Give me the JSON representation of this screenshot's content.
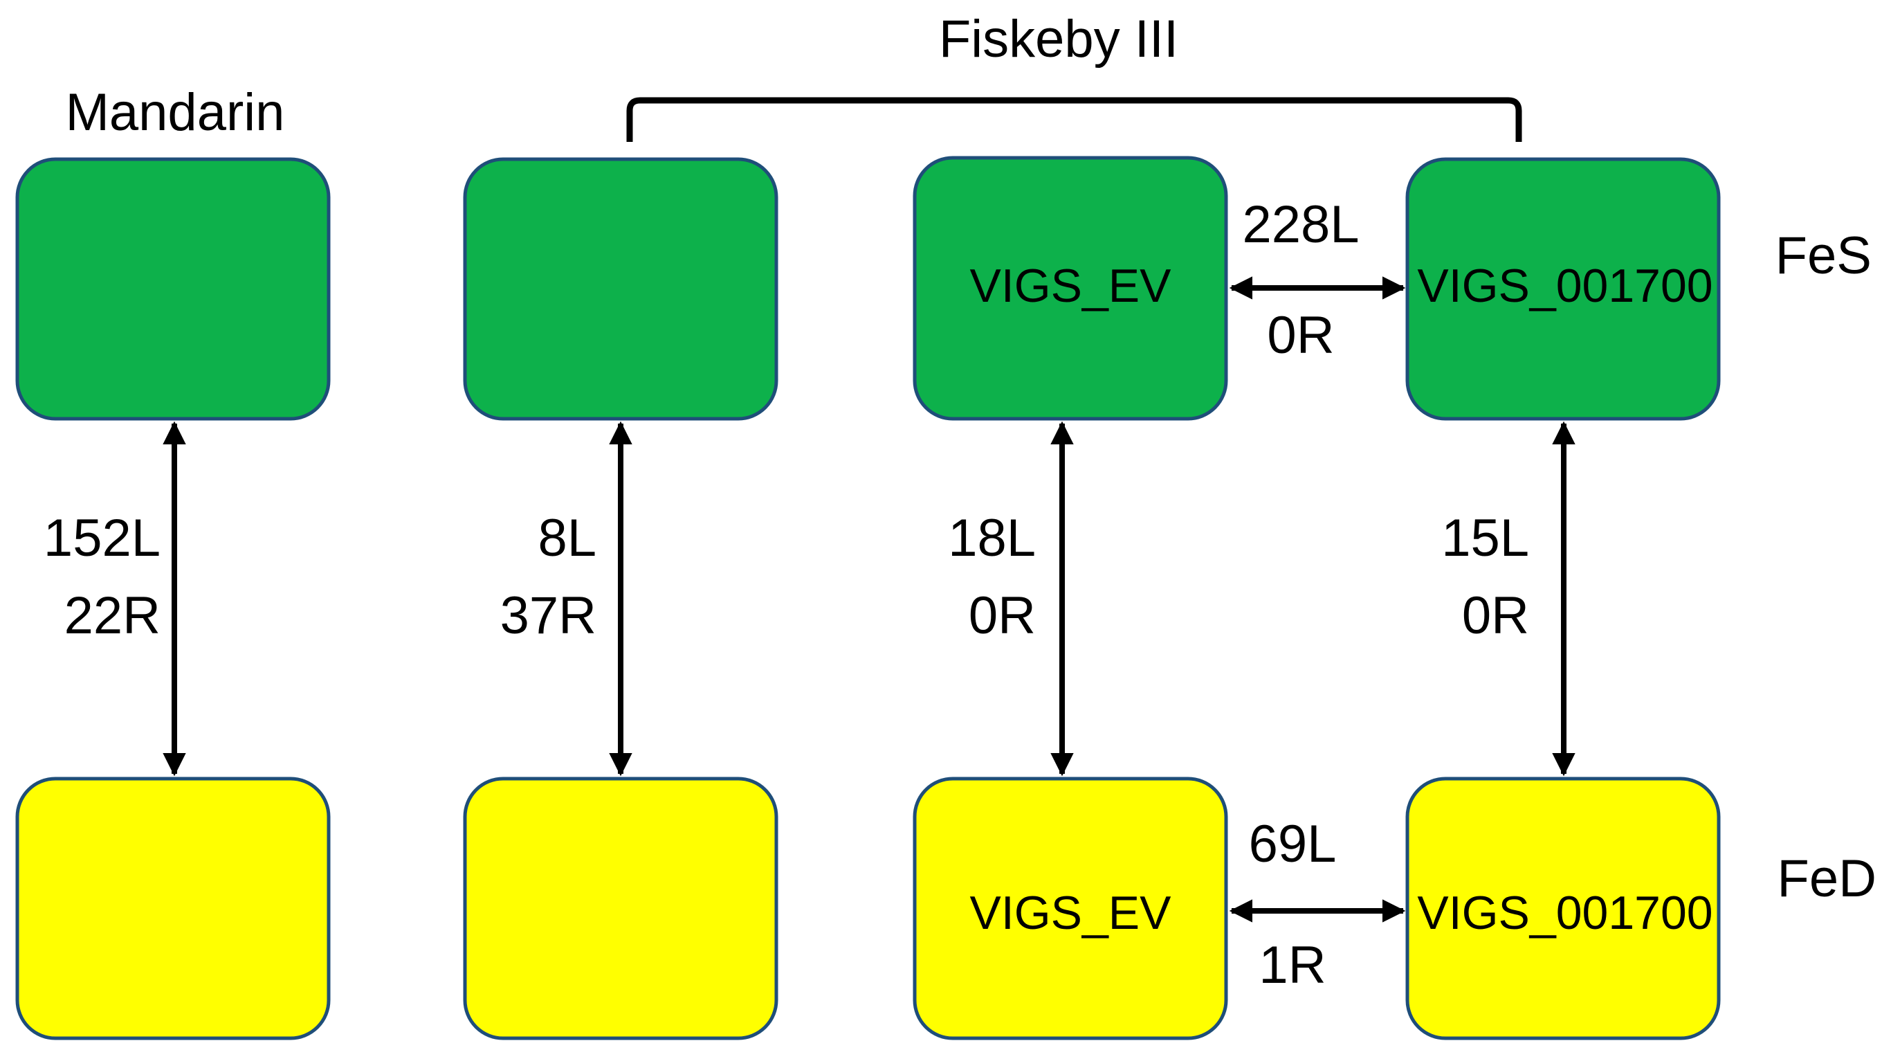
{
  "titles": {
    "mandarin": "Mandarin",
    "fiskeby": "Fiskeby III"
  },
  "rows": {
    "fes": "FeS",
    "fed": "FeD"
  },
  "boxes": {
    "fes_vigs_ev": "VIGS_EV",
    "fes_vigs_001700": "VIGS_001700",
    "fed_vigs_ev": "VIGS_EV",
    "fed_vigs_001700": "VIGS_001700"
  },
  "vertical_links": {
    "mandarin": {
      "l": "152L",
      "r": "22R"
    },
    "fiskeby_plain": {
      "l": "8L",
      "r": "37R"
    },
    "vigs_ev": {
      "l": "18L",
      "r": "0R"
    },
    "vigs_001700": {
      "l": "15L",
      "r": "0R"
    }
  },
  "horizontal_links": {
    "fes": {
      "l": "228L",
      "r": "0R"
    },
    "fed": {
      "l": "69L",
      "r": "1R"
    }
  },
  "colors": {
    "fes_fill": "#0DB14B",
    "fed_fill": "#FFFF00",
    "box_border": "#1F4E79",
    "line": "#000000"
  }
}
